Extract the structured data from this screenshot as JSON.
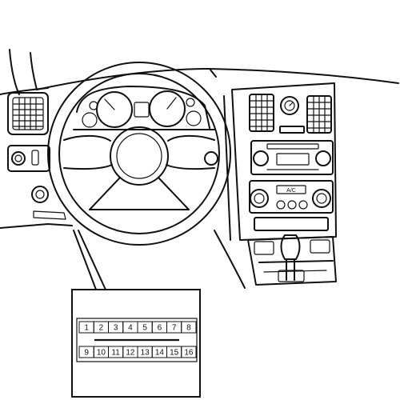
{
  "connector": {
    "top_row": [
      "1",
      "2",
      "3",
      "4",
      "5",
      "6",
      "7",
      "8"
    ],
    "bottom_row": [
      "9",
      "10",
      "11",
      "12",
      "13",
      "14",
      "15",
      "16"
    ]
  },
  "climate_panel": {
    "label": "A/C"
  },
  "colors": {
    "line": "#111111",
    "background": "#ffffff"
  }
}
